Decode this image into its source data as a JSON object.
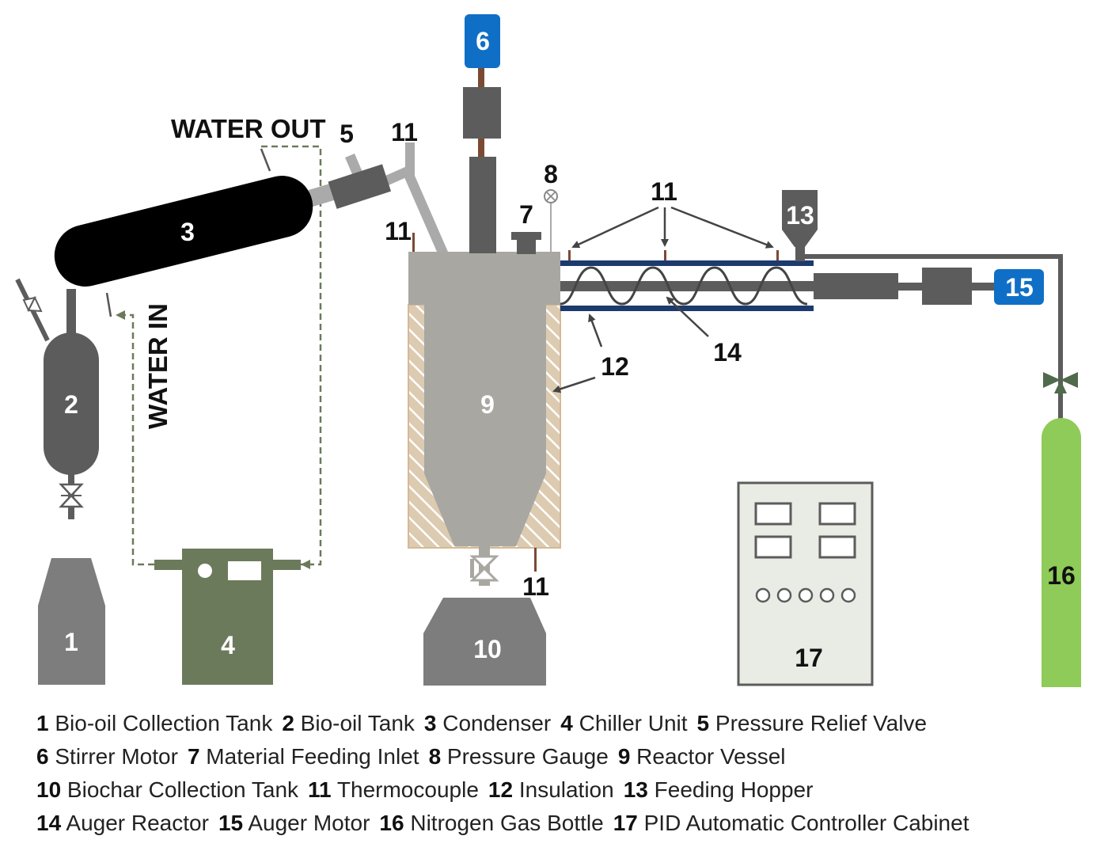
{
  "diagram": {
    "components": {
      "c1": "1",
      "c2": "2",
      "c3": "3",
      "c4": "4",
      "c5": "5",
      "c6": "6",
      "c7": "7",
      "c8": "8",
      "c9": "9",
      "c10": "10",
      "c13": "13",
      "c14": "14",
      "c15": "15",
      "c16": "16",
      "c17": "17"
    },
    "callouts": {
      "thermocouple": "11",
      "insulation": "12",
      "auger": "14"
    },
    "flow_labels": {
      "water_out": "WATER OUT",
      "water_in": "WATER IN"
    },
    "colors": {
      "equipment_dark": "#5c5c5c",
      "condenser": "#000000",
      "reactor": "#a8a7a2",
      "chiller": "#6c7a5c",
      "nitrogen": "#8fcb58",
      "motor_blue": "#0f6fc6",
      "auger_blue": "#1d3a6e",
      "insulation": "#dccbb0",
      "cabinet": "#e9ebe5",
      "shaft": "#7b4a33"
    }
  },
  "legend": {
    "rows": [
      [
        {
          "num": "1",
          "text": "Bio-oil Collection Tank"
        },
        {
          "num": "2",
          "text": "Bio-oil Tank"
        },
        {
          "num": "3",
          "text": "Condenser"
        },
        {
          "num": "4",
          "text": "Chiller Unit"
        },
        {
          "num": "5",
          "text": "Pressure Relief Valve"
        }
      ],
      [
        {
          "num": "6",
          "text": "Stirrer Motor"
        },
        {
          "num": "7",
          "text": "Material Feeding Inlet"
        },
        {
          "num": "8",
          "text": "Pressure Gauge"
        },
        {
          "num": "9",
          "text": "Reactor Vessel"
        }
      ],
      [
        {
          "num": "10",
          "text": "Biochar Collection Tank"
        },
        {
          "num": "11",
          "text": "Thermocouple"
        },
        {
          "num": "12",
          "text": "Insulation"
        },
        {
          "num": "13",
          "text": "Feeding Hopper"
        }
      ],
      [
        {
          "num": "14",
          "text": "Auger Reactor"
        },
        {
          "num": "15",
          "text": "Auger Motor"
        },
        {
          "num": "16",
          "text": "Nitrogen Gas Bottle"
        },
        {
          "num": "17",
          "text": "PID Automatic Controller Cabinet"
        }
      ]
    ]
  }
}
